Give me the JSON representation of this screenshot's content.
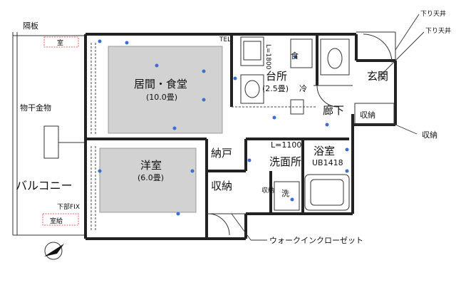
{
  "labels": {
    "partition": "隔板",
    "room_top_left": "室",
    "drying_hardware": "物干金物",
    "balcony": "バルコニー",
    "lower_fix": "下部FIX",
    "outdoor_unit": "室給",
    "living_dining": "居間・食堂",
    "living_size": "(10.0畳)",
    "western_room": "洋室",
    "western_size": "(6.0畳)",
    "storage_closet": "納戸",
    "storage_1": "収納",
    "storage_2": "収納",
    "storage_3": "収納",
    "kitchen": "台所",
    "kitchen_size": "(2.5畳)",
    "hallway": "廊下",
    "entrance": "玄関",
    "washroom": "洗面所",
    "bathroom": "浴室",
    "unit_bath": "UB1418",
    "dim_1100": "L=1100",
    "dim_1800": "L=1800",
    "fridge": "冷",
    "food": "食",
    "washer": "洗",
    "lowered_ceiling_1": "下り天井",
    "lowered_ceiling_2": "下り天井",
    "storage_right": "収納",
    "walk_in_closet": "ウォークインクローゼット",
    "tel": "TEL"
  },
  "colors": {
    "wall": "#222222",
    "room_fill": "#d2d2d2",
    "outlet": "#3b6fd0",
    "marker": "#dd3333"
  }
}
